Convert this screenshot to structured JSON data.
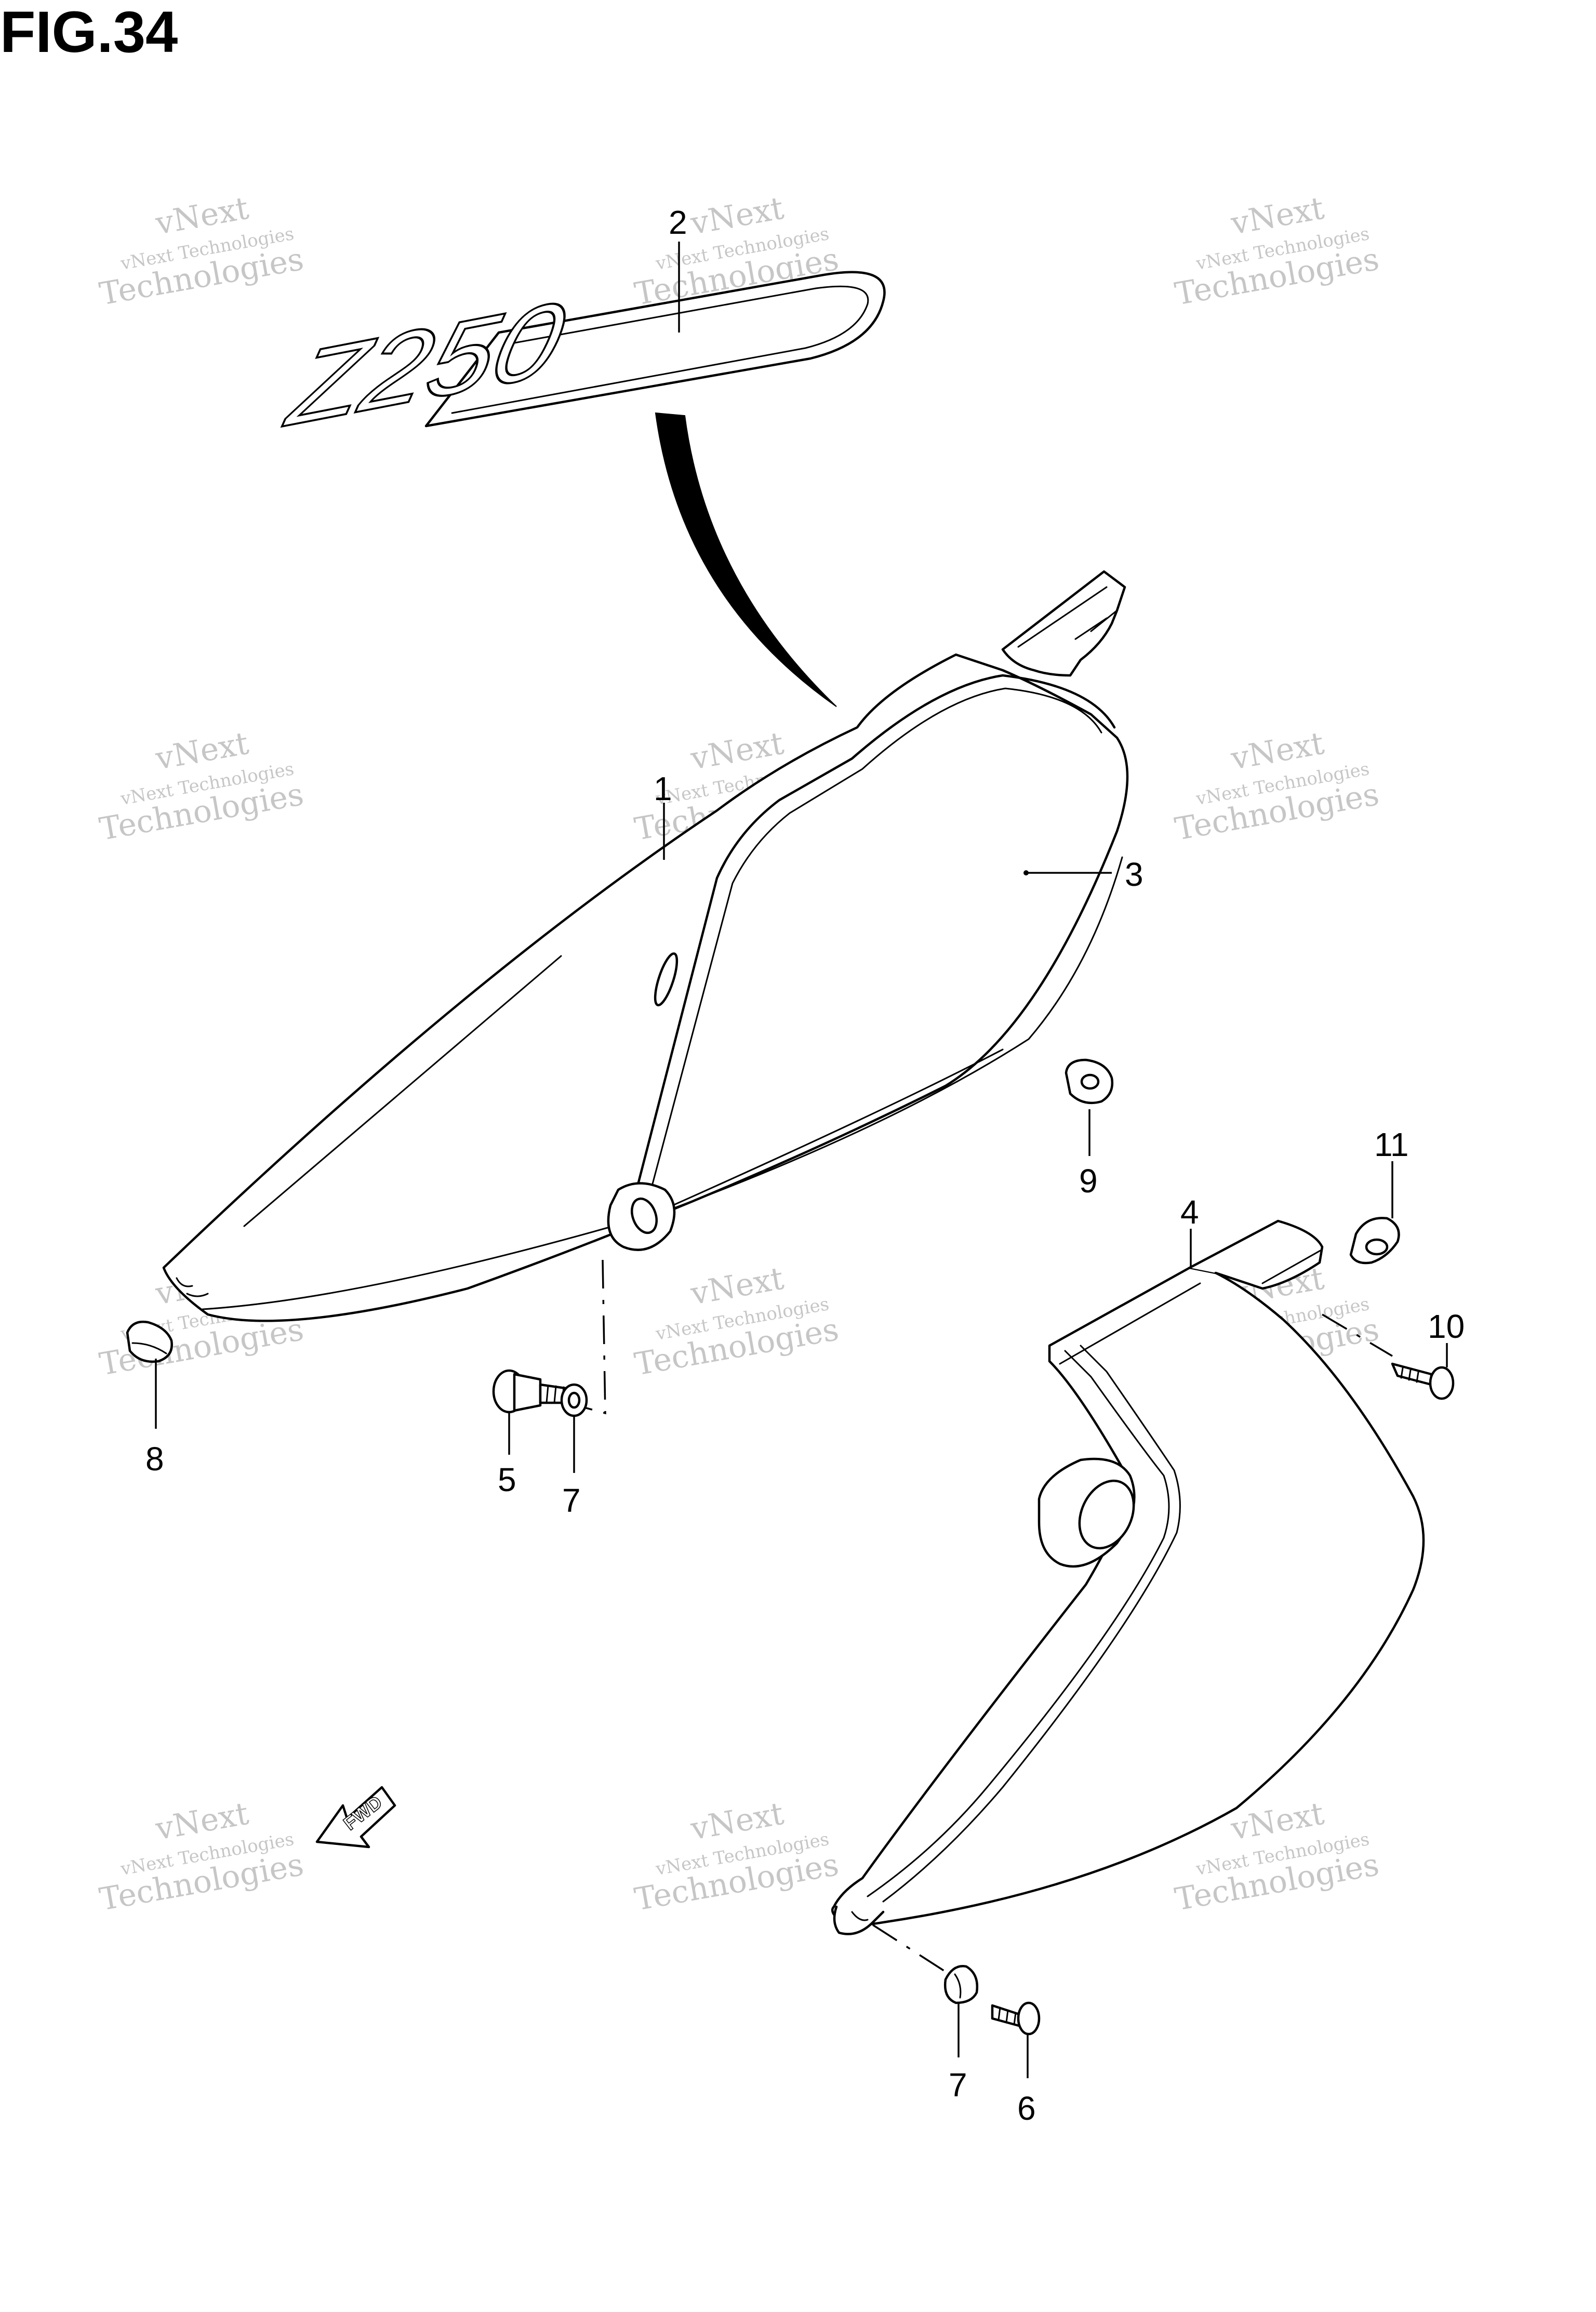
{
  "figure": {
    "title": "FIG.34"
  },
  "watermark": {
    "line1": "vNext Technologies",
    "line2": "vNext",
    "line3": "Technologies"
  },
  "decal": {
    "text": "Z250"
  },
  "fwd_arrow": {
    "text": "FWD"
  },
  "callouts": {
    "part_1": "1",
    "part_2": "2",
    "part_3": "3",
    "part_4": "4",
    "part_5": "5",
    "part_6": "6",
    "part_7_upper": "7",
    "part_7_lower": "7",
    "part_8": "8",
    "part_9": "9",
    "part_10": "10",
    "part_11": "11"
  }
}
